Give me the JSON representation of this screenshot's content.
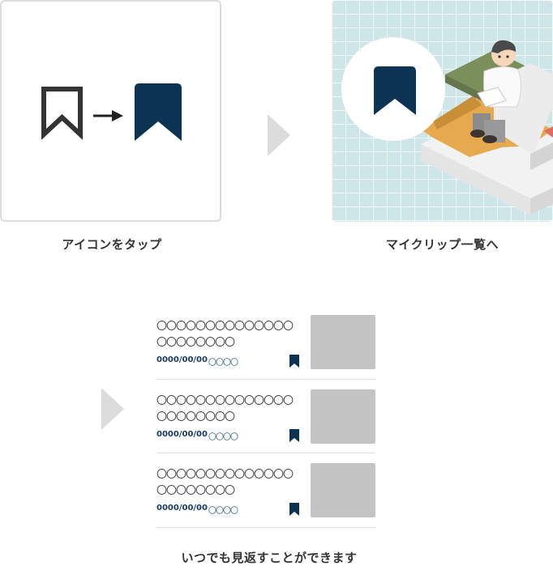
{
  "steps": [
    {
      "caption": "アイコンをタップ"
    },
    {
      "caption": "マイクリップ一覧へ"
    }
  ],
  "bottom_caption": "いつでも見返すことができます",
  "list": {
    "items": [
      {
        "line1": "〇〇〇〇〇〇〇〇〇〇〇〇〇〇",
        "line2": "〇〇〇〇〇〇〇〇",
        "date": "0000/00/00",
        "tag": "〇〇〇〇"
      },
      {
        "line1": "〇〇〇〇〇〇〇〇〇〇〇〇〇〇",
        "line2": "〇〇〇〇〇〇〇〇",
        "date": "0000/00/00",
        "tag": "〇〇〇〇"
      },
      {
        "line1": "〇〇〇〇〇〇〇〇〇〇〇〇〇〇",
        "line2": "〇〇〇〇〇〇〇〇",
        "date": "0000/00/00",
        "tag": "〇〇〇〇"
      }
    ]
  },
  "icons": {
    "bookmark_outline": "bookmark-outline-icon",
    "bookmark_filled": "bookmark-filled-icon",
    "arrow": "arrow-right-icon",
    "step_arrow": "triangle-right-icon"
  },
  "colors": {
    "bookmark_filled": "#0d3354",
    "bookmark_outline": "#333333",
    "panel_border": "#dcdcdc",
    "step_arrow": "#dcdcdc",
    "grid_background": "#cfe6e9",
    "thumbnail": "#c4c4c4",
    "date_text": "#163a5f",
    "tag_text": "#3c6a9e"
  }
}
